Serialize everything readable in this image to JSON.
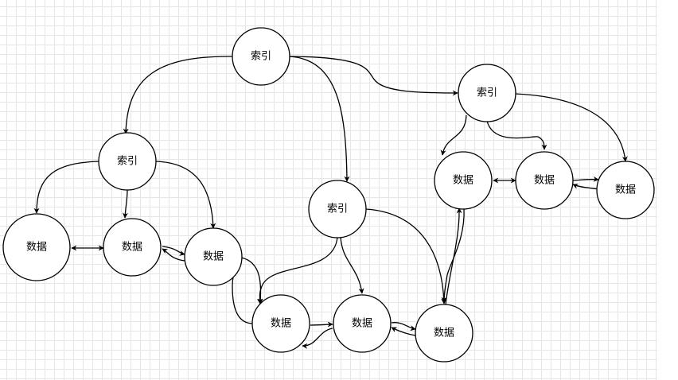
{
  "diagram": {
    "index_label": "索引",
    "data_label": "数据",
    "nodes": {
      "index_top": "索引",
      "index_left": "索引",
      "index_mid": "索引",
      "index_right": "索引",
      "data_l1": "数据",
      "data_l2": "数据",
      "data_l3": "数据",
      "data_m1": "数据",
      "data_m2": "数据",
      "data_m3": "数据",
      "data_r1": "数据",
      "data_r2": "数据",
      "data_r3": "数据"
    },
    "colors": {
      "stroke": "#000000",
      "fill": "#ffffff",
      "grid": "#e6e6e6"
    }
  }
}
